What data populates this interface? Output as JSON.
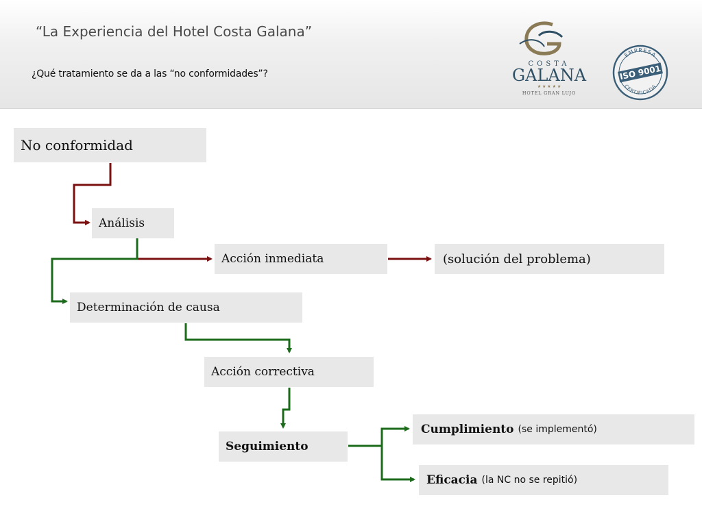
{
  "header": {
    "title": "“La Experiencia del Hotel Costa Galana”",
    "subtitle": "¿Qué tratamiento se da a las “no conformidades”?",
    "logo": {
      "line1": "COSTA",
      "line2": "GALANA",
      "stars": "★ ★ ★ ★ ★",
      "tagline": "HOTEL GRAN LUJO"
    },
    "seal": {
      "top": "EMPRESA",
      "center": "ISO 9001",
      "bottom": "CERTIFICADA"
    }
  },
  "flow": {
    "no_conformidad": "No conformidad",
    "analisis": "Análisis",
    "accion_inmediata": "Acción inmediata",
    "solucion": "(solución del problema)",
    "determinacion": "Determinación de causa",
    "accion_correctiva": "Acción correctiva",
    "seguimiento": "Seguimiento",
    "cumplimiento": "Cumplimiento",
    "cumplimiento_note": "(se implementó)",
    "eficacia": "Eficacia",
    "eficacia_note": "(la NC no se repitió)"
  },
  "colors": {
    "red_arrow": "#7a1010",
    "green_arrow": "#1b6b1b",
    "box_bg": "#e8e8e8"
  }
}
